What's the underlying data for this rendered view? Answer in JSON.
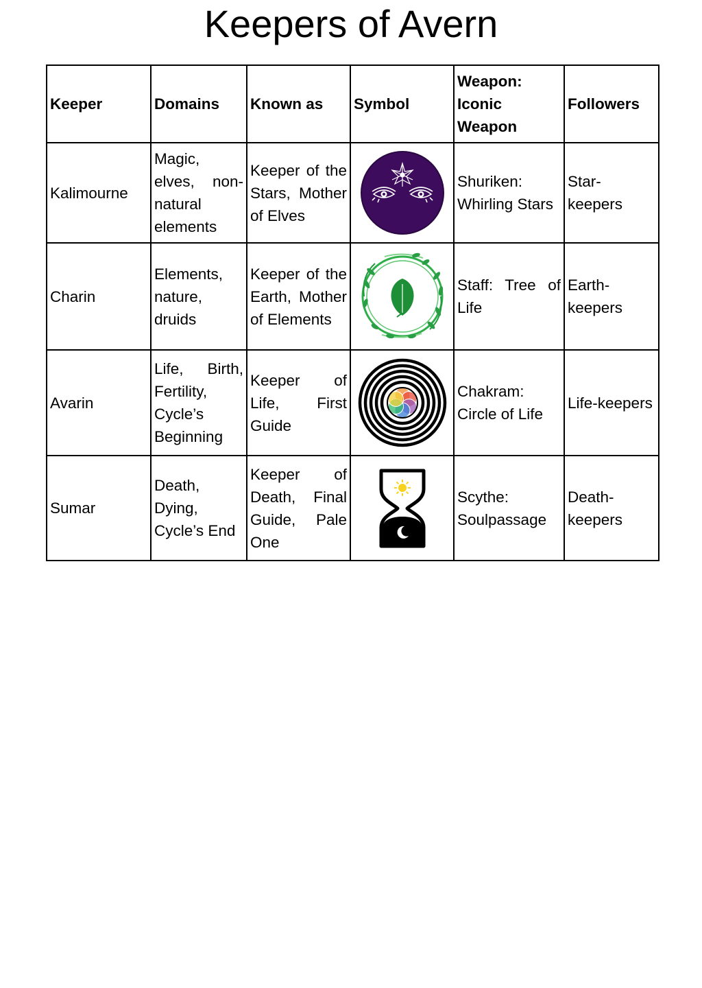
{
  "title": "Keepers of Avern",
  "headers": {
    "keeper": "Keeper",
    "domains": "Domains",
    "known_as": "Known as",
    "symbol": "Symbol",
    "weapon": "Weapon: Iconic Weapon",
    "followers": "Followers"
  },
  "rows": [
    {
      "keeper": "Kalimourne",
      "domains": "Magic, elves, non-natural elements",
      "known_as": "Keeper of the Stars, Mother of Elves",
      "symbol_icon": "star-eyes-icon",
      "weapon": "Shuriken: Whirling Stars",
      "followers": "Star-keepers"
    },
    {
      "keeper": "Charin",
      "domains": "Elements, nature, druids",
      "known_as": "Keeper of the Earth, Mother of Elements",
      "symbol_icon": "leaf-wreath-icon",
      "weapon": "Staff: Tree of Life",
      "followers": "Earth-keepers"
    },
    {
      "keeper": "Avarin",
      "domains": "Life, Birth, Fertility, Cycle’s Beginning",
      "known_as": "Keeper of Life, First Guide",
      "symbol_icon": "spiral-flower-of-life-icon",
      "weapon": "Chakram: Circle of Life",
      "followers": "Life-keepers"
    },
    {
      "keeper": "Sumar",
      "domains": "Death, Dying, Cycle’s End",
      "known_as": "Keeper of Death, Final Guide, Pale One",
      "symbol_icon": "hourglass-sun-moon-icon",
      "weapon": "Scythe: Soulpassage",
      "followers": "Death-keepers"
    }
  ],
  "colors": {
    "kalimourne_symbol": "#3d0c5c",
    "charin_symbol": "#1e9a3a",
    "sumar_sun": "#f7d21e"
  }
}
